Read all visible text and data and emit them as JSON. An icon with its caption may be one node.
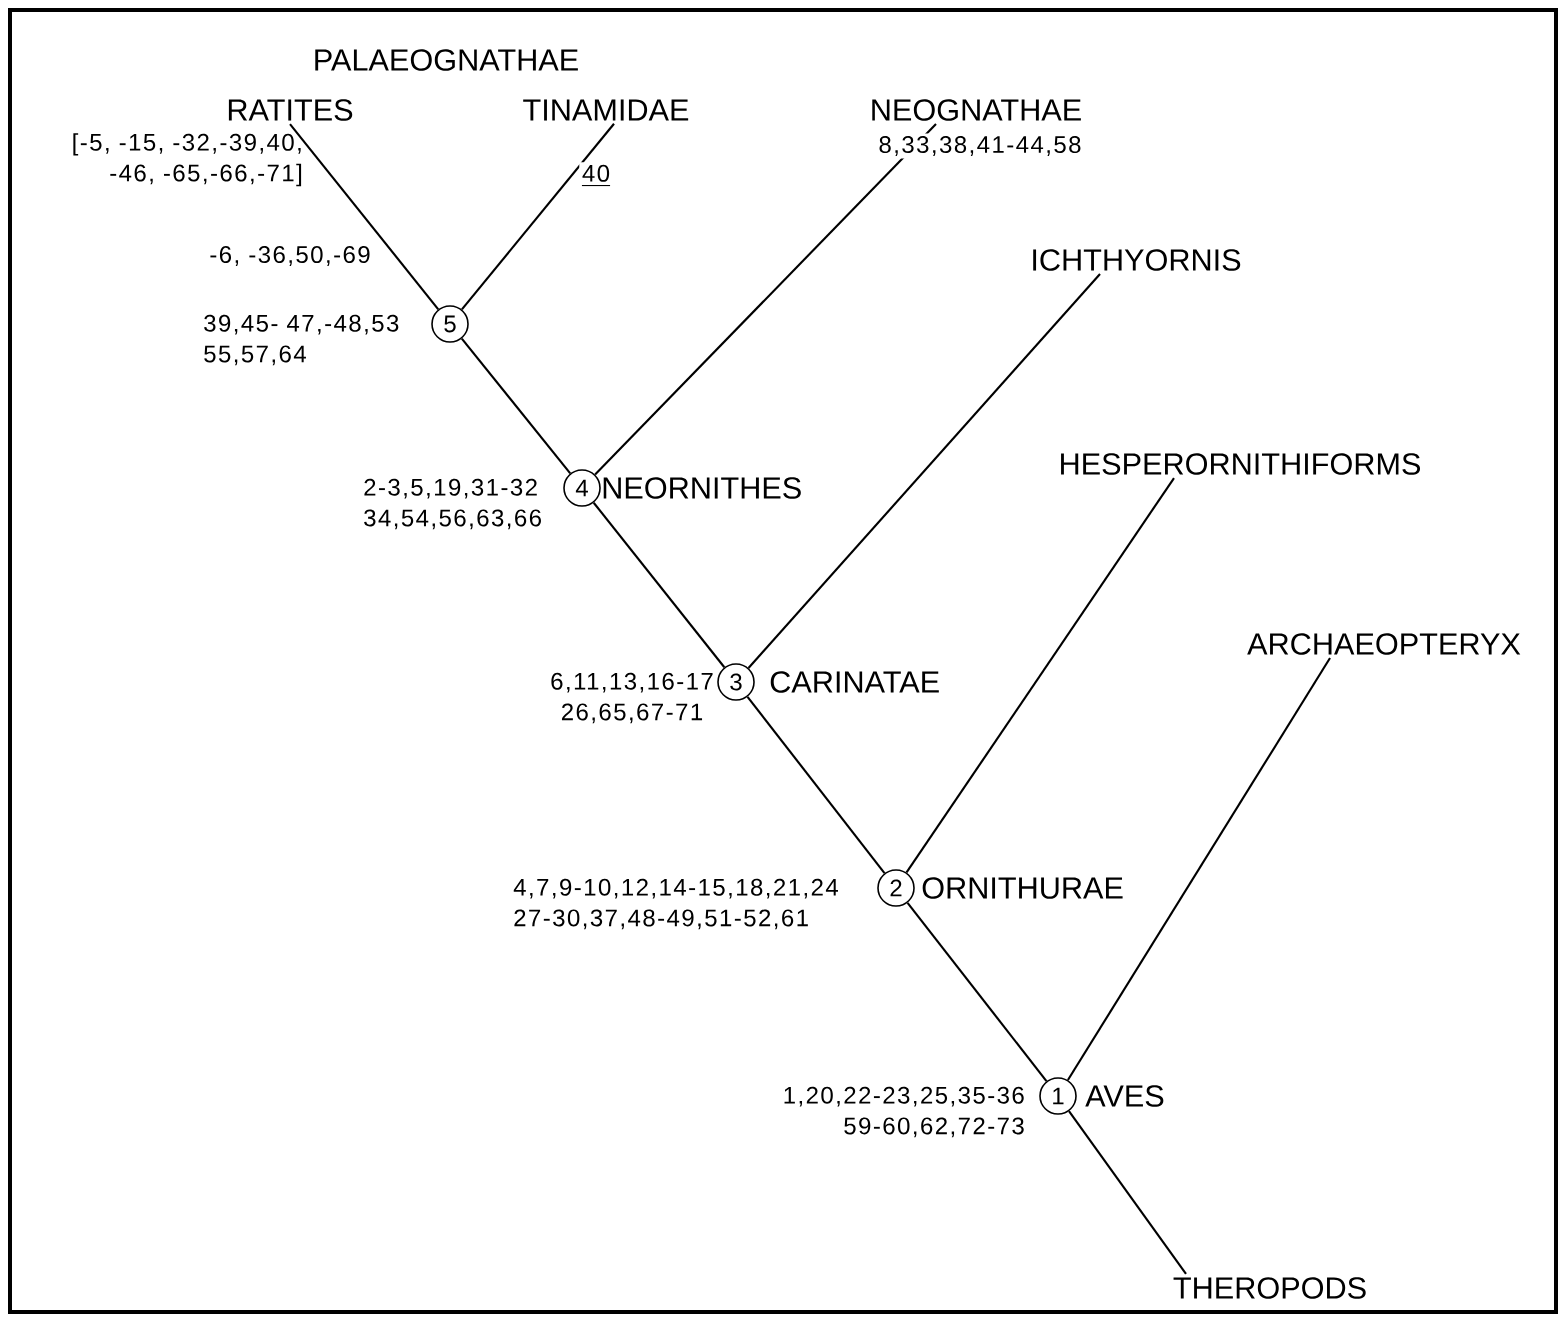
{
  "diagram": {
    "nodes": [
      {
        "text": [
          "RATITES"
        ],
        "beside": [
          "[-5, -15, -32,-39,40, -46, -65,-66,-71]"
        ]
      },
      {
        "text": [
          "TINAMIDAE"
        ]
      },
      {
        "text": [
          "NEOGNATHAE"
        ]
      },
      {
        "text": [
          "ICHTHYORNIS"
        ]
      },
      {
        "text": [
          "HESPERORNITHIFORMS"
        ]
      },
      {
        "text": [
          "ARCHAEOPTERYX"
        ]
      },
      {
        "text": [
          "5"
        ],
        "beside": [
          "39,45- 47,-48,53 55,57,64"
        ]
      },
      {
        "text": [
          "4"
        ],
        "beside": [
          "NEORNITHES",
          "2-3,5,19,31-32 34,54,56,63,66"
        ]
      },
      {
        "text": [
          "3"
        ],
        "beside": [
          "CARINATAE",
          "6,11,13,16-17 26,65,67-71"
        ]
      },
      {
        "text": [
          "2"
        ],
        "beside": [
          "ORNITHURAE",
          "4,7,9-10,12,14-15,18,21,24 27-30,37,48-49,51-52,61"
        ]
      },
      {
        "text": [
          "1"
        ],
        "beside": [
          "AVES",
          "1,20,22-23,25,35-36 59-60,62,72-73"
        ]
      },
      {
        "text": [
          "THEROPODS"
        ]
      }
    ],
    "edges": [
      {
        "from": 6,
        "to": 0,
        "arrow": "none",
        "label": "-6, -36,50,-69"
      },
      {
        "from": 6,
        "to": 1,
        "arrow": "none",
        "label": "40"
      },
      {
        "from": 7,
        "to": 6,
        "arrow": "none"
      },
      {
        "from": 7,
        "to": 2,
        "arrow": "none",
        "label": "8,33,38,41-44,58"
      },
      {
        "from": 8,
        "to": 7,
        "arrow": "none"
      },
      {
        "from": 8,
        "to": 3,
        "arrow": "none"
      },
      {
        "from": 9,
        "to": 8,
        "arrow": "none"
      },
      {
        "from": 9,
        "to": 4,
        "arrow": "none"
      },
      {
        "from": 10,
        "to": 9,
        "arrow": "none"
      },
      {
        "from": 10,
        "to": 5,
        "arrow": "none"
      },
      {
        "from": 10,
        "to": 11,
        "arrow": "none"
      }
    ],
    "labels": [
      "PALAEOGNATHAE"
    ]
  }
}
